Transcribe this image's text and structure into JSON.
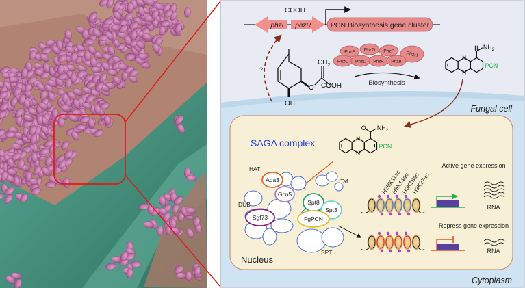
{
  "micrograph": {
    "description": "Scanning electron micrograph: bacteria (magenta) on fungal hyphae (green) and host tissue (tan)",
    "colors": {
      "bacteria": "#b86a9e",
      "hyphae": "#3e8b78",
      "tissue": "#b4897a",
      "zoom_box": "#e01a1a"
    }
  },
  "operon": {
    "gene1": "phzI",
    "gene2": "phzR",
    "cluster_label": "PCN Biosynthesis gene cluster",
    "question_mark": "?"
  },
  "precursor": {
    "cooh_top": "COOH",
    "ch2": "CH",
    "ch2_sub": "2",
    "o": "O",
    "cooh_bottom": "COOH",
    "oh": "OH"
  },
  "enzymes": [
    {
      "label": "PhzE"
    },
    {
      "label": "PhzG"
    },
    {
      "label": "PhzF"
    },
    {
      "label": "PhzH"
    },
    {
      "label": "PhzC"
    },
    {
      "label": "PhzD"
    },
    {
      "label": "PhzA"
    },
    {
      "label": "PhzB"
    }
  ],
  "biosynthesis_label": "Biosynthesis",
  "pcn_top": {
    "amide": "NH",
    "amide_sub": "2",
    "n1": "N",
    "n2": "N",
    "label": "PCN"
  },
  "fungal_cell_label": "Fungal cell",
  "nucleus": {
    "saga_title": "SAGA complex",
    "pcn": {
      "o": "O",
      "amide": "NH",
      "amide_sub": "2",
      "n1": "N",
      "n2": "N",
      "label": "PCN"
    },
    "modules": {
      "hat": "HAT",
      "dub": "DUB",
      "taf": "Taf",
      "spt": "SPT"
    },
    "proteins": {
      "ada3": "Ada3",
      "gcn5": "Gcn5",
      "sgf73": "Sgf73",
      "spt8": "Spt8",
      "spt3": "Spt3",
      "fgpcn": "FgPCN"
    },
    "histone_marks": [
      "H2BK11ac",
      "H3K14ac",
      "H3K18ac",
      "H3K27ac"
    ],
    "active_label": "Active gene expression",
    "repress_label": "Repress gene expression",
    "rna_active": "RNA",
    "rna_repress": "RNA",
    "nucleus_label": "Nucleus"
  },
  "cytoplasm_label": "Cytoplasm",
  "colors": {
    "bg_panel": "#e8ebf3",
    "membrane": "#bcd7ea",
    "cytoplasm": "#cfe3f3",
    "nucleus": "#f8f0d6",
    "nucleus_border": "#c9937a",
    "enzyme_fill": "#e6898a",
    "saga_blue": "#1f3fdc",
    "pcn_green": "#22b04b",
    "inhibit_orange": "#e9531f",
    "arrow_brown": "#8b2b1c",
    "active_green": "#27b34b",
    "gene_purple": "#5b3f9e",
    "acetyl": "#b93ecf"
  }
}
